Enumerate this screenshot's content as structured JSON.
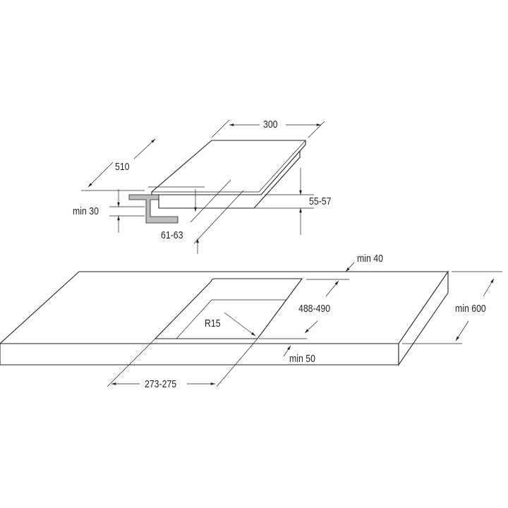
{
  "hob": {
    "width_label": "300",
    "depth_label": "510",
    "worktop_min_label": "min 30",
    "height_label": "55-57",
    "depth_below_label": "61-63"
  },
  "worktop": {
    "back_min_label": "min 40",
    "cutout_depth_label": "488-490",
    "worktop_depth_label": "min 600",
    "radius_label": "R15",
    "front_min_label": "min 50",
    "cutout_width_label": "273-275"
  },
  "colors": {
    "line": "#231f20",
    "bracket": "#bcbcbc"
  }
}
